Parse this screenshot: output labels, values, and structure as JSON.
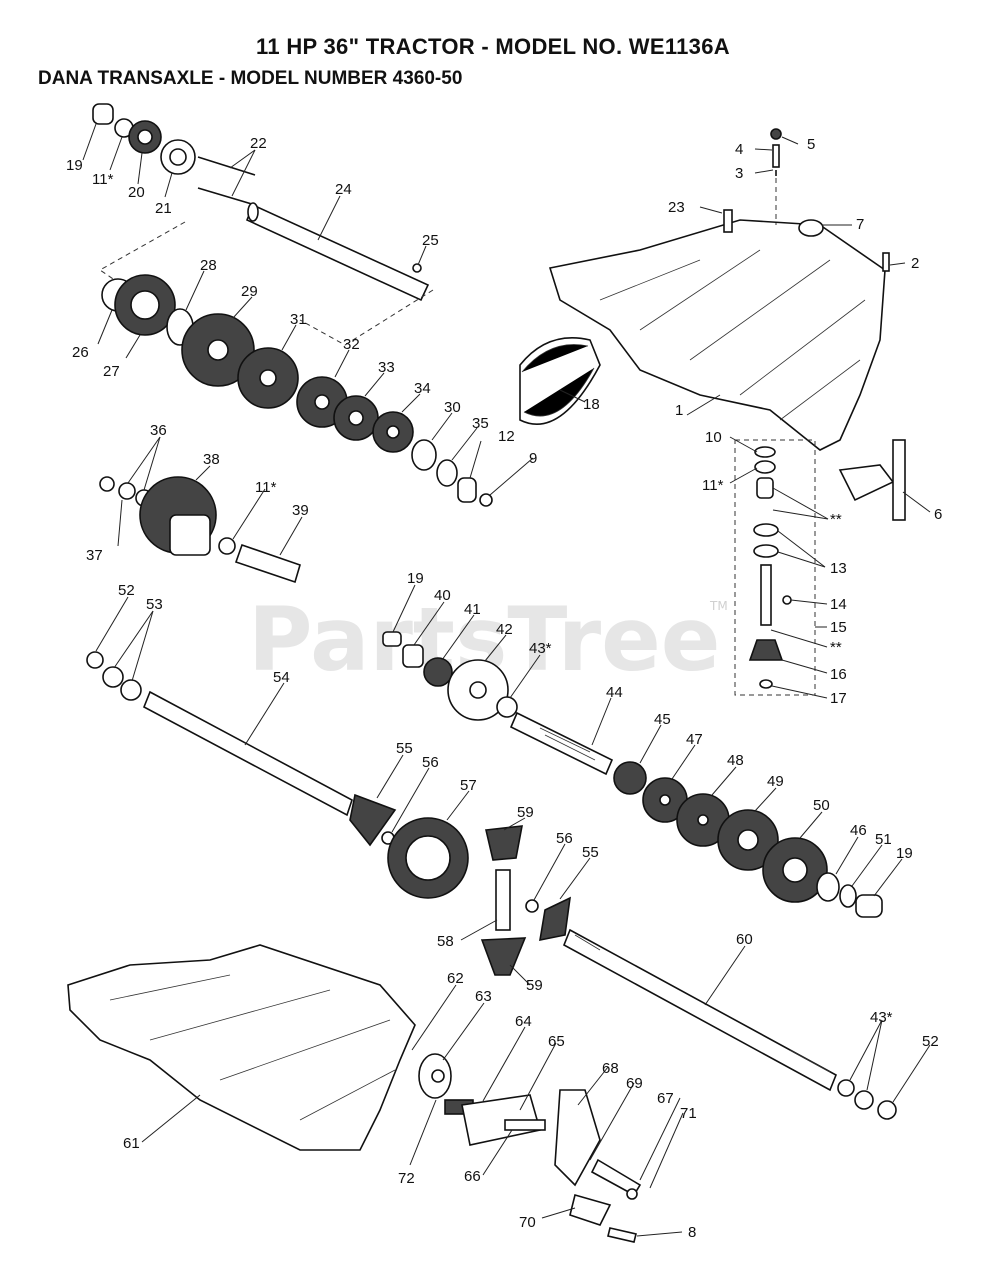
{
  "title": "11 HP 36\" TRACTOR - MODEL NO. WE1136A",
  "subtitle": "DANA TRANSAXLE - MODEL NUMBER 4360-50",
  "watermark": "PartsTree",
  "watermark_tm": "TM",
  "callouts": [
    "19",
    "11*",
    "20",
    "21",
    "22",
    "24",
    "25",
    "26",
    "27",
    "28",
    "29",
    "31",
    "32",
    "33",
    "34",
    "30",
    "35",
    "12",
    "9",
    "18",
    "1",
    "23",
    "4",
    "5",
    "3",
    "7",
    "2",
    "10",
    "11*",
    "6",
    "**",
    "13",
    "14",
    "15",
    "**",
    "16",
    "17",
    "36",
    "37",
    "38",
    "11*",
    "39",
    "52",
    "53",
    "54",
    "19",
    "40",
    "41",
    "42",
    "43*",
    "44",
    "45",
    "47",
    "48",
    "49",
    "50",
    "46",
    "51",
    "19",
    "55",
    "56",
    "57",
    "59",
    "56",
    "55",
    "58",
    "59",
    "60",
    "43*",
    "52",
    "61",
    "62",
    "63",
    "64",
    "65",
    "68",
    "69",
    "67",
    "71",
    "72",
    "66",
    "70",
    "8"
  ]
}
